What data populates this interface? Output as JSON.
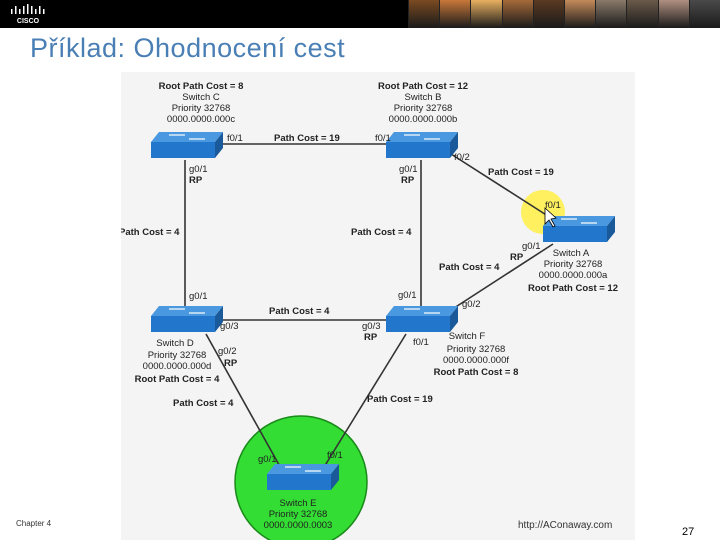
{
  "slide": {
    "title": "Příklad: Ohodnocení cest",
    "chapter": "Chapter 4",
    "page_number": "27"
  },
  "header": {
    "logo_icon": "cisco-logo",
    "photo_strip_colors": [
      "#7a4a22",
      "#c8783a",
      "#e8b060",
      "#a66a3a",
      "#5a3a22",
      "#c48a5a",
      "#8a7a6a",
      "#6a5a4a",
      "#b09080",
      "#4a4a4a"
    ]
  },
  "diagram": {
    "watermark": "http://AConaway.com",
    "colors": {
      "root_circle": "#33dd33",
      "highlight": "#ffee44",
      "switch": "#2277cc",
      "link": "#333333"
    },
    "switches": {
      "C": {
        "lines": [
          "Root Path Cost = 8",
          "Switch C",
          "Priority 32768",
          "0000.0000.000c"
        ]
      },
      "B": {
        "lines": [
          "Root Path Cost = 12",
          "Switch B",
          "Priority 32768",
          "0000.0000.000b"
        ]
      },
      "A": {
        "lines": [
          "Switch A",
          "Priority 32768",
          "0000.0000.000a",
          "Root Path Cost = 12"
        ]
      },
      "D": {
        "lines": [
          "Switch D",
          "Priority 32768",
          "0000.0000.000d",
          "Root Path Cost = 4"
        ]
      },
      "F": {
        "lines": [
          "Switch F",
          "Priority 32768",
          "0000.0000.000f",
          "Root Path Cost = 8"
        ]
      },
      "E": {
        "lines": [
          "Switch E",
          "Priority 32768",
          "0000.0000.0003"
        ]
      }
    },
    "link_costs": {
      "c_b": "Path Cost = 19",
      "b_a": "Path Cost = 19",
      "c_d": "Path Cost = 4",
      "b_f": "Path Cost = 4",
      "a_f": "Path Cost = 4",
      "d_f": "Path Cost = 4",
      "d_e": "Path Cost = 4",
      "f_e": "Path Cost = 19"
    },
    "ports": {
      "c_f01": "f0/1",
      "c_g01": "g0/1",
      "c_rp": "RP",
      "b_f01": "f0/1",
      "b_f02": "f0/2",
      "b_g01": "g0/1",
      "b_rp": "RP",
      "a_f01": "f0/1",
      "a_g01": "g0/1",
      "a_rp": "RP",
      "d_g01": "g0/1",
      "d_g03": "g0/3",
      "d_g02": "g0/2",
      "d_rp": "RP",
      "f_g01": "g0/1",
      "f_g02": "g0/2",
      "f_g03": "g0/3",
      "f_rp": "RP",
      "f_f01": "f0/1",
      "e_g01": "g0/1",
      "e_f01": "f0/1"
    }
  }
}
